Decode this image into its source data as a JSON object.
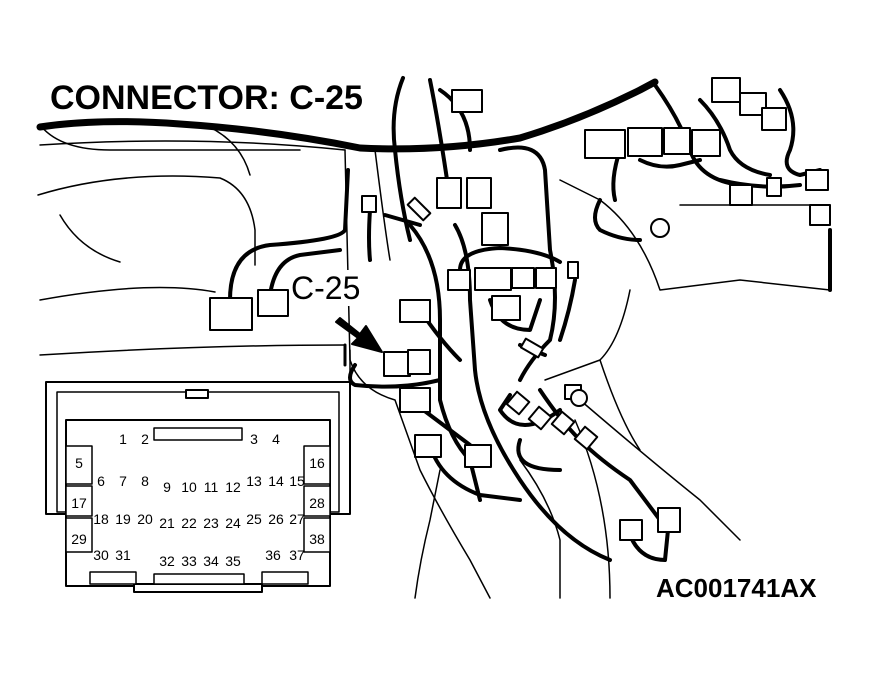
{
  "title": "CONNECTOR: C-25",
  "callout_label": "C-25",
  "figure_id": "AC001741AX",
  "connector": {
    "pins": [
      {
        "id": "p1",
        "label": "1"
      },
      {
        "id": "p2",
        "label": "2"
      },
      {
        "id": "p3",
        "label": "3"
      },
      {
        "id": "p4",
        "label": "4"
      },
      {
        "id": "p5",
        "label": "5"
      },
      {
        "id": "p6",
        "label": "6"
      },
      {
        "id": "p7",
        "label": "7"
      },
      {
        "id": "p8",
        "label": "8"
      },
      {
        "id": "p9",
        "label": "9"
      },
      {
        "id": "p10",
        "label": "10"
      },
      {
        "id": "p11",
        "label": "11"
      },
      {
        "id": "p12",
        "label": "12"
      },
      {
        "id": "p13",
        "label": "13"
      },
      {
        "id": "p14",
        "label": "14"
      },
      {
        "id": "p15",
        "label": "15"
      },
      {
        "id": "p16",
        "label": "16"
      },
      {
        "id": "p17",
        "label": "17"
      },
      {
        "id": "p18",
        "label": "18"
      },
      {
        "id": "p19",
        "label": "19"
      },
      {
        "id": "p20",
        "label": "20"
      },
      {
        "id": "p21",
        "label": "21"
      },
      {
        "id": "p22",
        "label": "22"
      },
      {
        "id": "p23",
        "label": "23"
      },
      {
        "id": "p24",
        "label": "24"
      },
      {
        "id": "p25",
        "label": "25"
      },
      {
        "id": "p26",
        "label": "26"
      },
      {
        "id": "p27",
        "label": "27"
      },
      {
        "id": "p28",
        "label": "28"
      },
      {
        "id": "p29",
        "label": "29"
      },
      {
        "id": "p30",
        "label": "30"
      },
      {
        "id": "p31",
        "label": "31"
      },
      {
        "id": "p32",
        "label": "32"
      },
      {
        "id": "p33",
        "label": "33"
      },
      {
        "id": "p34",
        "label": "34"
      },
      {
        "id": "p35",
        "label": "35"
      },
      {
        "id": "p36",
        "label": "36"
      },
      {
        "id": "p37",
        "label": "37"
      },
      {
        "id": "p38",
        "label": "38"
      }
    ]
  }
}
